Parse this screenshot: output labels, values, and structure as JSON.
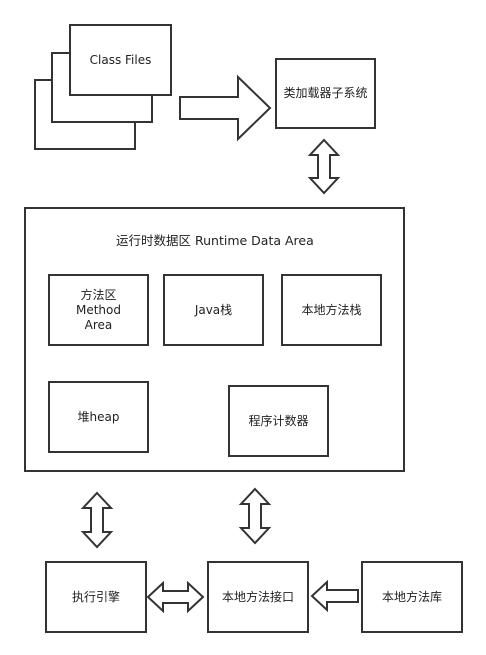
{
  "class_files": "Class Files",
  "class_loader": "类加载器子系统",
  "runtime_area": {
    "title": "运行时数据区 Runtime Data Area",
    "method_area": "方法区\nMethod\nArea",
    "java_stack": "Java栈",
    "native_stack": "本地方法栈",
    "heap": "堆heap",
    "pc_register": "程序计数器"
  },
  "exec_engine": "执行引擎",
  "native_interface": "本地方法接口",
  "native_library": "本地方法库"
}
